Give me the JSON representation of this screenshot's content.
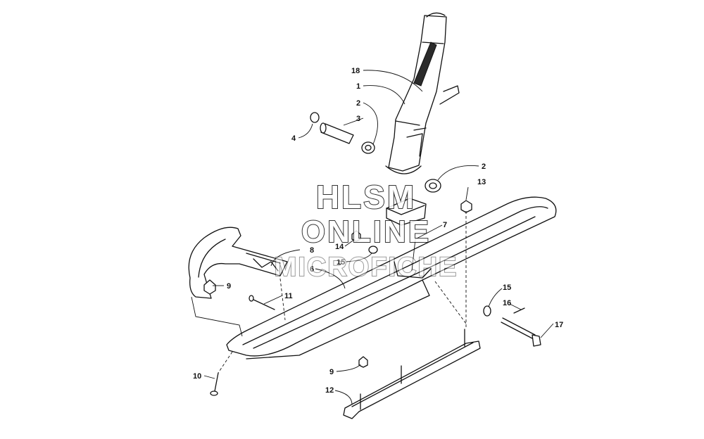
{
  "callouts": {
    "c18": "18",
    "c1": "1",
    "c2a": "2",
    "c3": "3",
    "c4": "4",
    "c2b": "2",
    "c13": "13",
    "c7": "7",
    "c14": "14",
    "c8": "8",
    "c15a": "15",
    "c6": "6",
    "c9a": "9",
    "c11": "11",
    "c15b": "15",
    "c16": "16",
    "c17": "17",
    "c10": "10",
    "c9b": "9",
    "c12": "12"
  },
  "watermark": {
    "line1": "HLSM",
    "line2": "ONLINE",
    "line3": "MICROFICHE"
  }
}
